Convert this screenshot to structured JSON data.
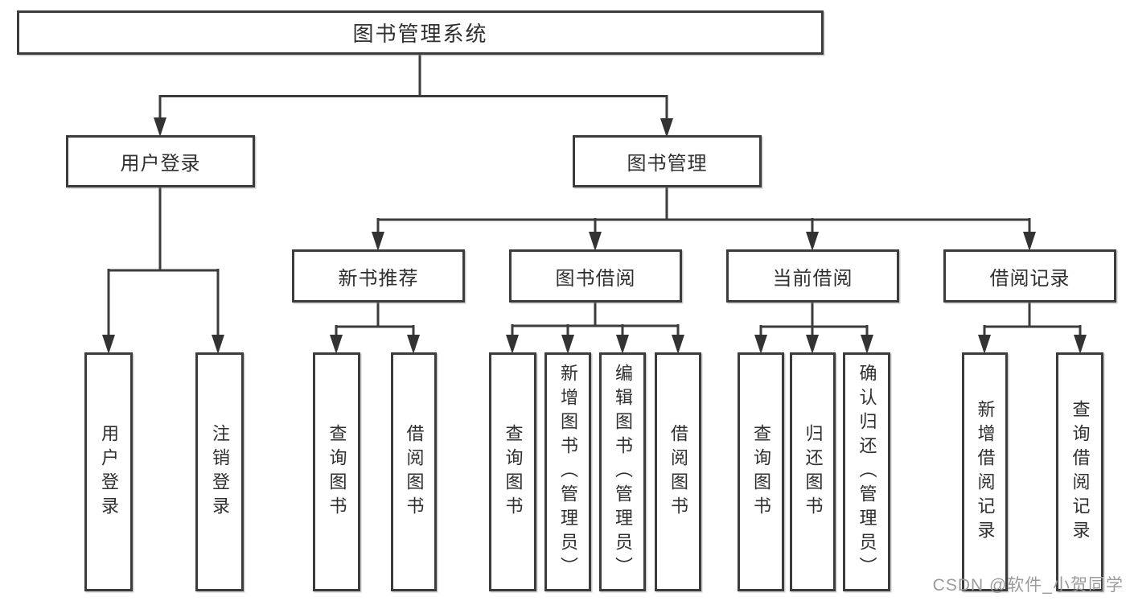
{
  "diagram": {
    "root_label": "图书管理系统",
    "level2": [
      "用户登录",
      "图书管理"
    ],
    "level3": [
      "新书推荐",
      "图书借阅",
      "当前借阅",
      "借阅记录"
    ],
    "leaves_user_login": [
      "用户登录",
      "注销登录"
    ],
    "leaves_new_book": [
      "查询图书",
      "借阅图书"
    ],
    "leaves_book_borrow": [
      "查询图书",
      "新增图书（管理员）",
      "编辑图书（管理员）",
      "借阅图书"
    ],
    "leaves_current_borrow": [
      "查询图书",
      "归还图书",
      "确认归还（管理员）"
    ],
    "leaves_records": [
      "新增借阅记录",
      "查询借阅记录"
    ]
  },
  "watermark": "CSDN @软件_小贺同学",
  "colors": {
    "line": "#3c3c3c",
    "text": "#2f2f2f",
    "watermark": "#9b9b9b",
    "background": "#ffffff"
  }
}
